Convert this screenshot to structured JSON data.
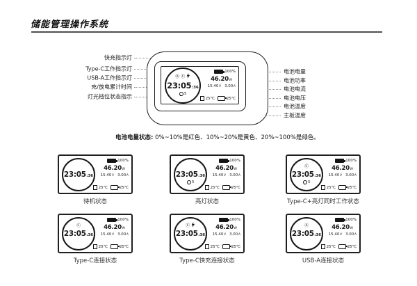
{
  "page": {
    "title": "储能管理操作系统"
  },
  "note": {
    "label": "电池电量状态:",
    "text": "0%~10%是红色、10%~20%是黄色、20%~100%是绿色。"
  },
  "main_diagram": {
    "left_labels": [
      "快充指示灯",
      "Type-C工作指示灯",
      "USB-A工作指示灯",
      "充/放电累计时间",
      "灯光档位状态指示"
    ],
    "right_labels": [
      "电池电量",
      "电池功率",
      "电池电流",
      "电池电压",
      "电池温度",
      "主板温度"
    ]
  },
  "screen": {
    "time_main": "23:05",
    "time_seconds": ":36",
    "light_level": "5",
    "battery_percent": "100%",
    "power_value": "46.20",
    "power_unit": "W",
    "voltage_value": "15.40",
    "voltage_unit": "V",
    "current_value": "3.00",
    "current_unit": "A",
    "board_temp": "25℃",
    "battery_temp": "25℃",
    "icons": {
      "usb_a_glyph": "Ⓐ",
      "type_c_glyph": "Ⓒ",
      "fast_charge_icon": "lightning-bolt",
      "light_icon": "bulb",
      "battery_level_icon": "battery-filled",
      "board_temp_icon": "chip-square",
      "battery_temp_icon": "battery-outline"
    }
  },
  "main_screen": {
    "indicators": [
      "usb_a",
      "type_c",
      "fast_charge"
    ],
    "light_on": true
  },
  "states": [
    {
      "caption": "待机状态",
      "indicators": [],
      "light_on": false
    },
    {
      "caption": "亮灯状态",
      "indicators": [],
      "light_on": true
    },
    {
      "caption": "Type-C+亮灯同时工作状态",
      "indicators": [
        "type_c"
      ],
      "light_on": true
    },
    {
      "caption": "Type-C连接状态",
      "indicators": [
        "type_c"
      ],
      "light_on": false
    },
    {
      "caption": "Type-C快充连接状态",
      "indicators": [
        "type_c",
        "fast_charge"
      ],
      "light_on": false
    },
    {
      "caption": "USB-A连接状态",
      "indicators": [
        "usb_a"
      ],
      "light_on": false
    }
  ],
  "colors": {
    "ink": "#1a1a1a",
    "leader": "#8a8a8a",
    "rule": "#4f4f4f"
  }
}
